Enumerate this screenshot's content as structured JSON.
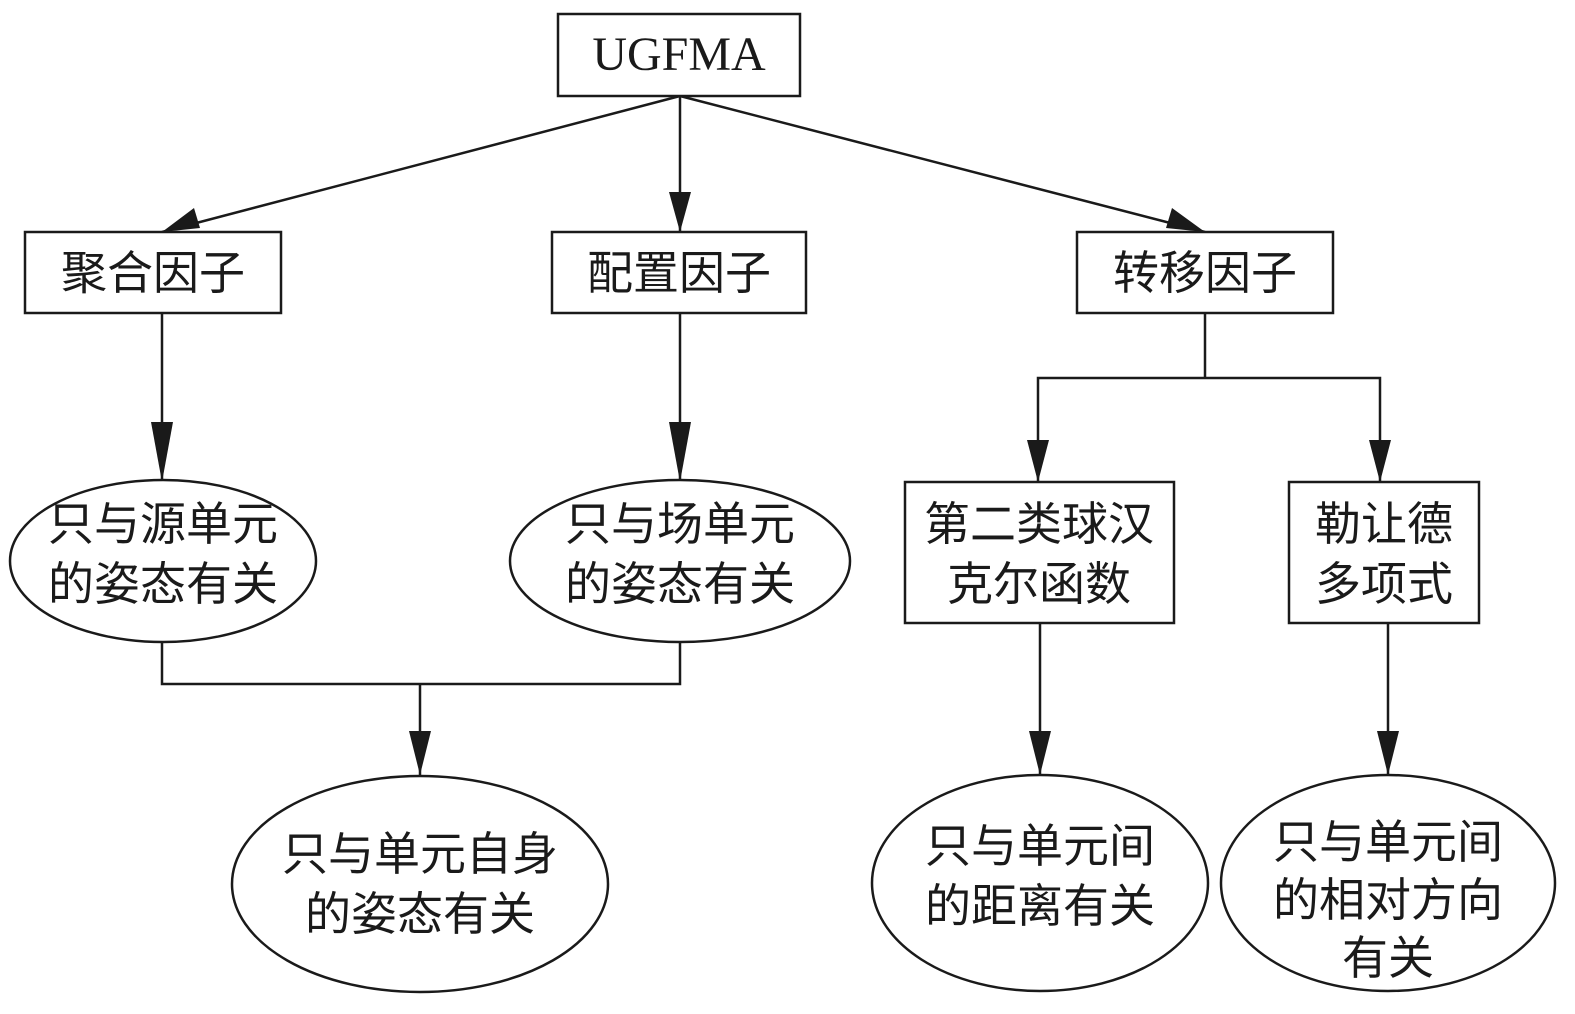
{
  "nodes": {
    "root": {
      "label": "UGFMA"
    },
    "aggregation": {
      "label": "聚合因子"
    },
    "configuration": {
      "label": "配置因子"
    },
    "transfer": {
      "label": "转移因子"
    },
    "source_attitude": {
      "lines": [
        "只与源单元",
        "的姿态有关"
      ]
    },
    "field_attitude": {
      "lines": [
        "只与场单元",
        "的姿态有关"
      ]
    },
    "self_attitude": {
      "lines": [
        "只与单元自身",
        "的姿态有关"
      ]
    },
    "hankel": {
      "lines": [
        "第二类球汉",
        "克尔函数"
      ]
    },
    "legendre": {
      "lines": [
        "勒让德",
        "多项式"
      ]
    },
    "distance": {
      "lines": [
        "只与单元间",
        "的距离有关"
      ]
    },
    "direction": {
      "lines": [
        "只与单元间",
        "的相对方向",
        "有关"
      ]
    }
  },
  "edges": [
    {
      "from": "root",
      "to": "aggregation"
    },
    {
      "from": "root",
      "to": "configuration"
    },
    {
      "from": "root",
      "to": "transfer"
    },
    {
      "from": "aggregation",
      "to": "source_attitude"
    },
    {
      "from": "configuration",
      "to": "field_attitude"
    },
    {
      "from": "source_attitude",
      "to": "self_attitude"
    },
    {
      "from": "field_attitude",
      "to": "self_attitude"
    },
    {
      "from": "transfer",
      "to": "hankel"
    },
    {
      "from": "transfer",
      "to": "legendre"
    },
    {
      "from": "hankel",
      "to": "distance"
    },
    {
      "from": "legendre",
      "to": "direction"
    }
  ]
}
